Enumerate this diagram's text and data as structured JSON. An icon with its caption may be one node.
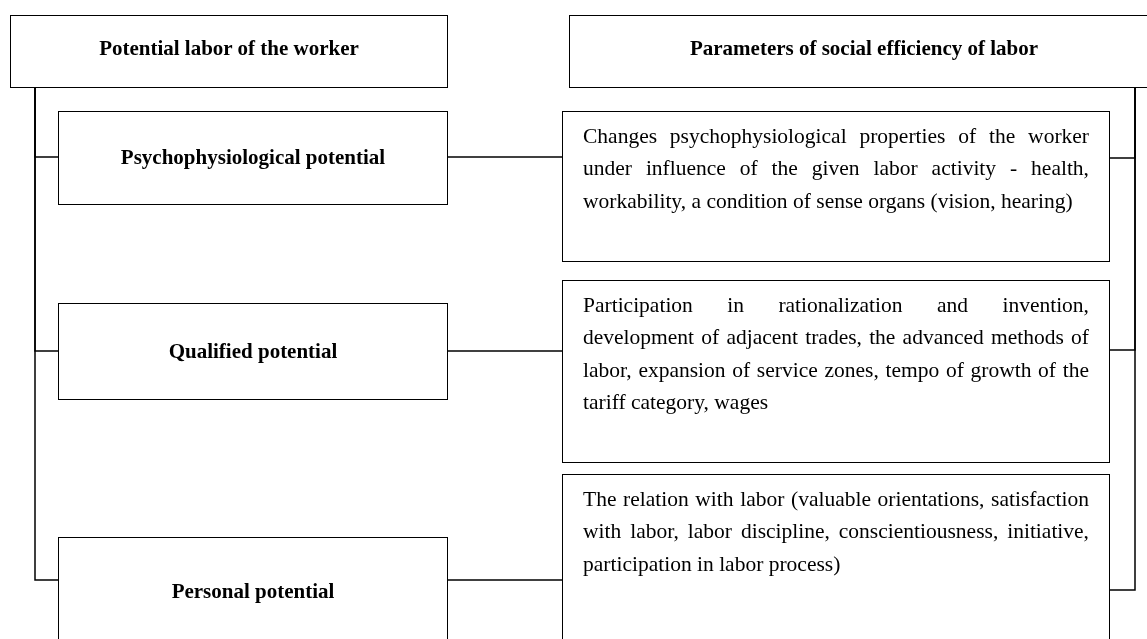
{
  "diagram": {
    "nodes": [
      {
        "text": [
          "Potential labor of the worker"
        ]
      },
      {
        "text": [
          "Parameters of social efficiency of labor"
        ]
      },
      {
        "text": [
          "Psychophysiological potential"
        ]
      },
      {
        "text": [
          "Changes psychophysiological properties of the worker under influence of the given labor activity - health, workability, a condition of sense organs (vision, hearing)"
        ]
      },
      {
        "text": [
          "Qualified potential"
        ]
      },
      {
        "text": [
          "Participation in rationalization and invention, development of adjacent trades, the advanced methods of labor, expansion of service zones, tempo of growth of the tariff category, wages"
        ]
      },
      {
        "text": [
          "Personal potential"
        ]
      },
      {
        "text": [
          "The relation with labor (valuable orientations, satisfaction with labor, labor discipline, conscientiousness, initiative, participation in labor process)"
        ]
      }
    ],
    "edges": [
      {
        "from": 0,
        "to": 2,
        "arrow": "none"
      },
      {
        "from": 0,
        "to": 4,
        "arrow": "none"
      },
      {
        "from": 0,
        "to": 6,
        "arrow": "none"
      },
      {
        "from": 1,
        "to": 3,
        "arrow": "none"
      },
      {
        "from": 1,
        "to": 5,
        "arrow": "none"
      },
      {
        "from": 1,
        "to": 7,
        "arrow": "none"
      },
      {
        "from": 2,
        "to": 3,
        "arrow": "none"
      },
      {
        "from": 4,
        "to": 5,
        "arrow": "none"
      },
      {
        "from": 6,
        "to": 7,
        "arrow": "none"
      }
    ]
  }
}
